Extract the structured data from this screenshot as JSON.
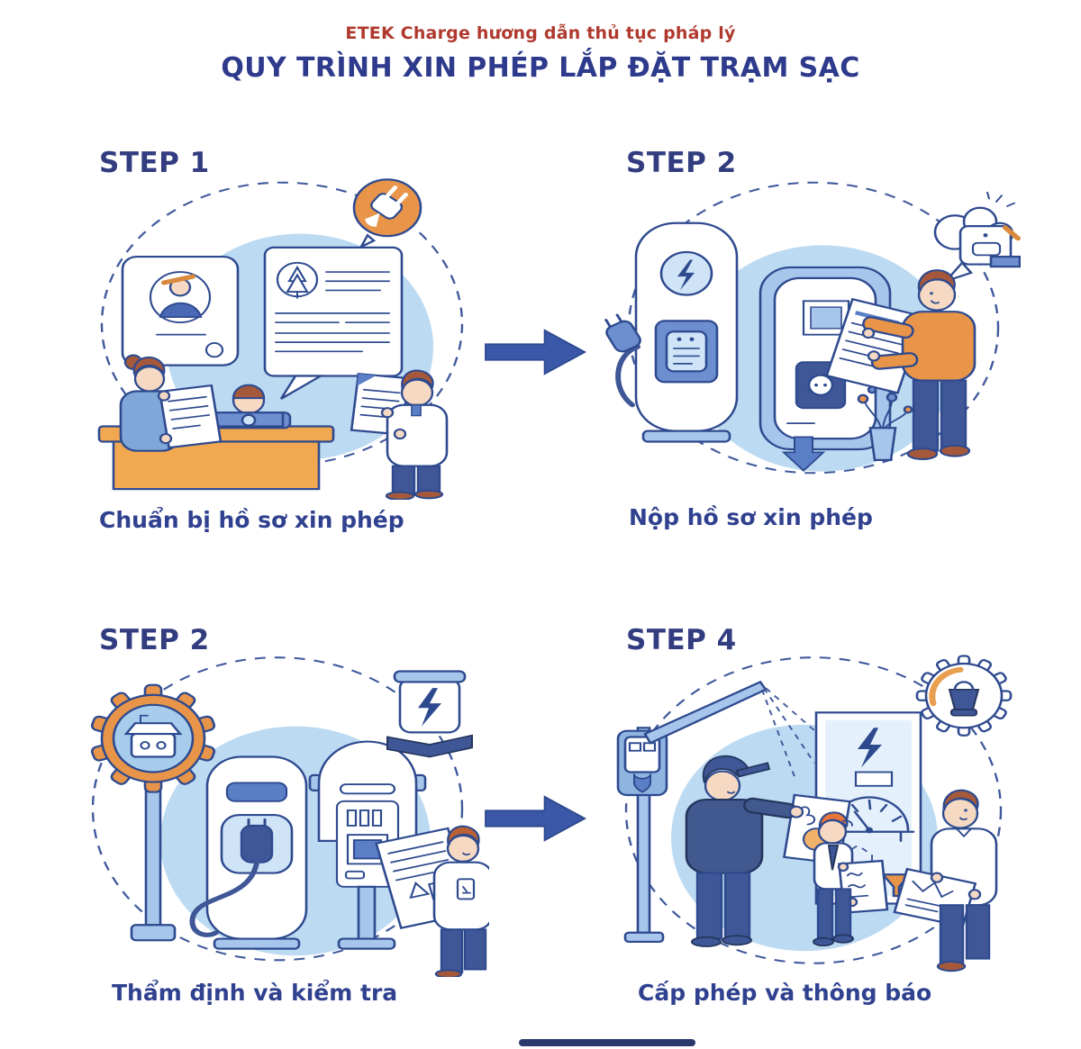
{
  "header": {
    "kicker": "ETEK Charge hương dẫn thủ tục pháp lý",
    "title": "QUY TRÌNH XIN PHÉP LẮP ĐẶT TRẠM SẠC"
  },
  "steps": [
    {
      "label": "STEP 1",
      "caption": "Chuẩn bị hồ sơ xin phép"
    },
    {
      "label": "STEP 2",
      "caption": "Nộp hồ sơ xin phép"
    },
    {
      "label": "STEP 2",
      "caption": "Thẩm định và kiểm tra"
    },
    {
      "label": "STEP 4",
      "caption": "Cấp phép và thông báo"
    }
  ],
  "icons": {
    "step1_badge": "power-plug",
    "step2_station": "lightning-bolt",
    "step3_badge": "battery-book-lightning",
    "step3_gear": "meter-gear",
    "step4_badge": "approval-gear",
    "flow": "right-arrow"
  },
  "colors": {
    "kicker_red": "#b0392e",
    "title_navy": "#2e3a8c",
    "caption_navy": "#30418f",
    "arrow_blue": "#3b57a8",
    "scene_blue": "#bcdaf2",
    "accent_orange": "#e89a4a"
  }
}
